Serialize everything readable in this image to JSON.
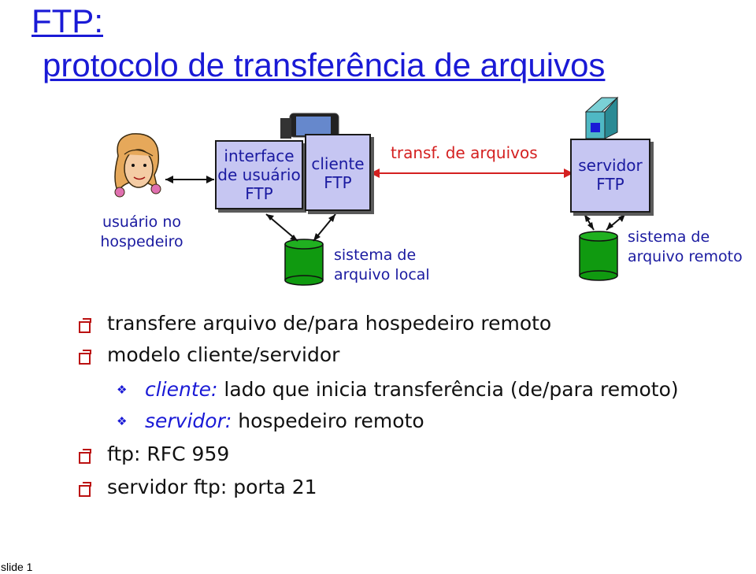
{
  "title": {
    "line1": "FTP:",
    "line2": "protocolo de transferência de arquivos"
  },
  "diagram": {
    "user_label": "usuário no hospedeiro",
    "user_interface": [
      "interface",
      "de usuário",
      "FTP"
    ],
    "client_box": [
      "cliente",
      "FTP"
    ],
    "transfer_label": "transf. de arquivos",
    "server_box": [
      "servidor",
      "FTP"
    ],
    "local_fs": [
      "sistema de",
      "arquivo local"
    ],
    "remote_fs": [
      "sistema de",
      "arquivo remoto"
    ]
  },
  "bullets": [
    "transfere arquivo de/para hospedeiro remoto",
    "modelo cliente/servidor"
  ],
  "subbullets": [
    {
      "term": "cliente:",
      "rest": " lado que inicia transferência (de/para remoto)"
    },
    {
      "term": "servidor:",
      "rest": " hospedeiro remoto"
    }
  ],
  "bullets2": [
    "ftp: RFC 959",
    "servidor ftp: porta 21"
  ],
  "footer": "slide 1",
  "colors": {
    "title": "#1a1ad6",
    "box_fill": "#c6c6f2",
    "cylinder": "#109a10",
    "arrow_red": "#d42020"
  }
}
